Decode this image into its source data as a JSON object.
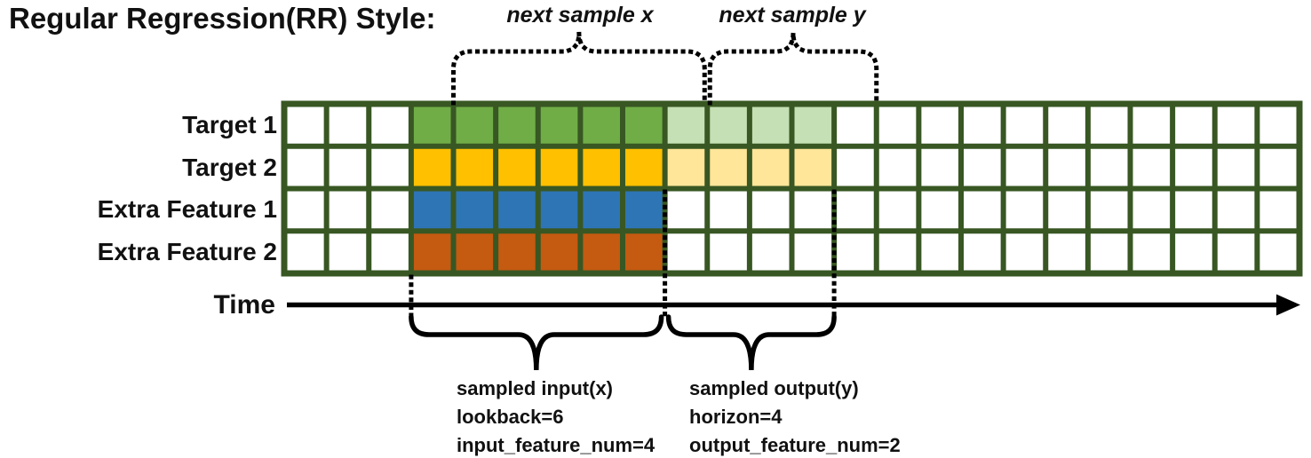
{
  "title": "Regular Regression(RR) Style:",
  "top_annotations": {
    "next_sample_x": "next sample x",
    "next_sample_y": "next sample y"
  },
  "row_labels": [
    "Target 1",
    "Target 2",
    "Extra Feature 1",
    "Extra Feature 2"
  ],
  "time_axis": {
    "label": "Time"
  },
  "bottom_annotations": {
    "input": {
      "lines": [
        "sampled input(x)",
        "lookback=6",
        "input_feature_num=4"
      ]
    },
    "output": {
      "lines": [
        "sampled output(y)",
        "horizon=4",
        "output_feature_num=2"
      ]
    }
  },
  "diagram": {
    "columns": 24,
    "rows": 4,
    "input_start_col": 3,
    "lookback": 6,
    "horizon": 4,
    "input_feature_num": 4,
    "output_feature_num": 2,
    "next_sample_stride": 1,
    "row_input_colors": [
      "#70AD47",
      "#FFC000",
      "#2E75B6",
      "#C55A11"
    ],
    "row_output_colors": [
      "#C5E0B4",
      "#FFE699",
      null,
      null
    ],
    "grid_border_color": "#385723",
    "cell_fill": "#FFFFFF",
    "annotation_color": "#000000"
  }
}
